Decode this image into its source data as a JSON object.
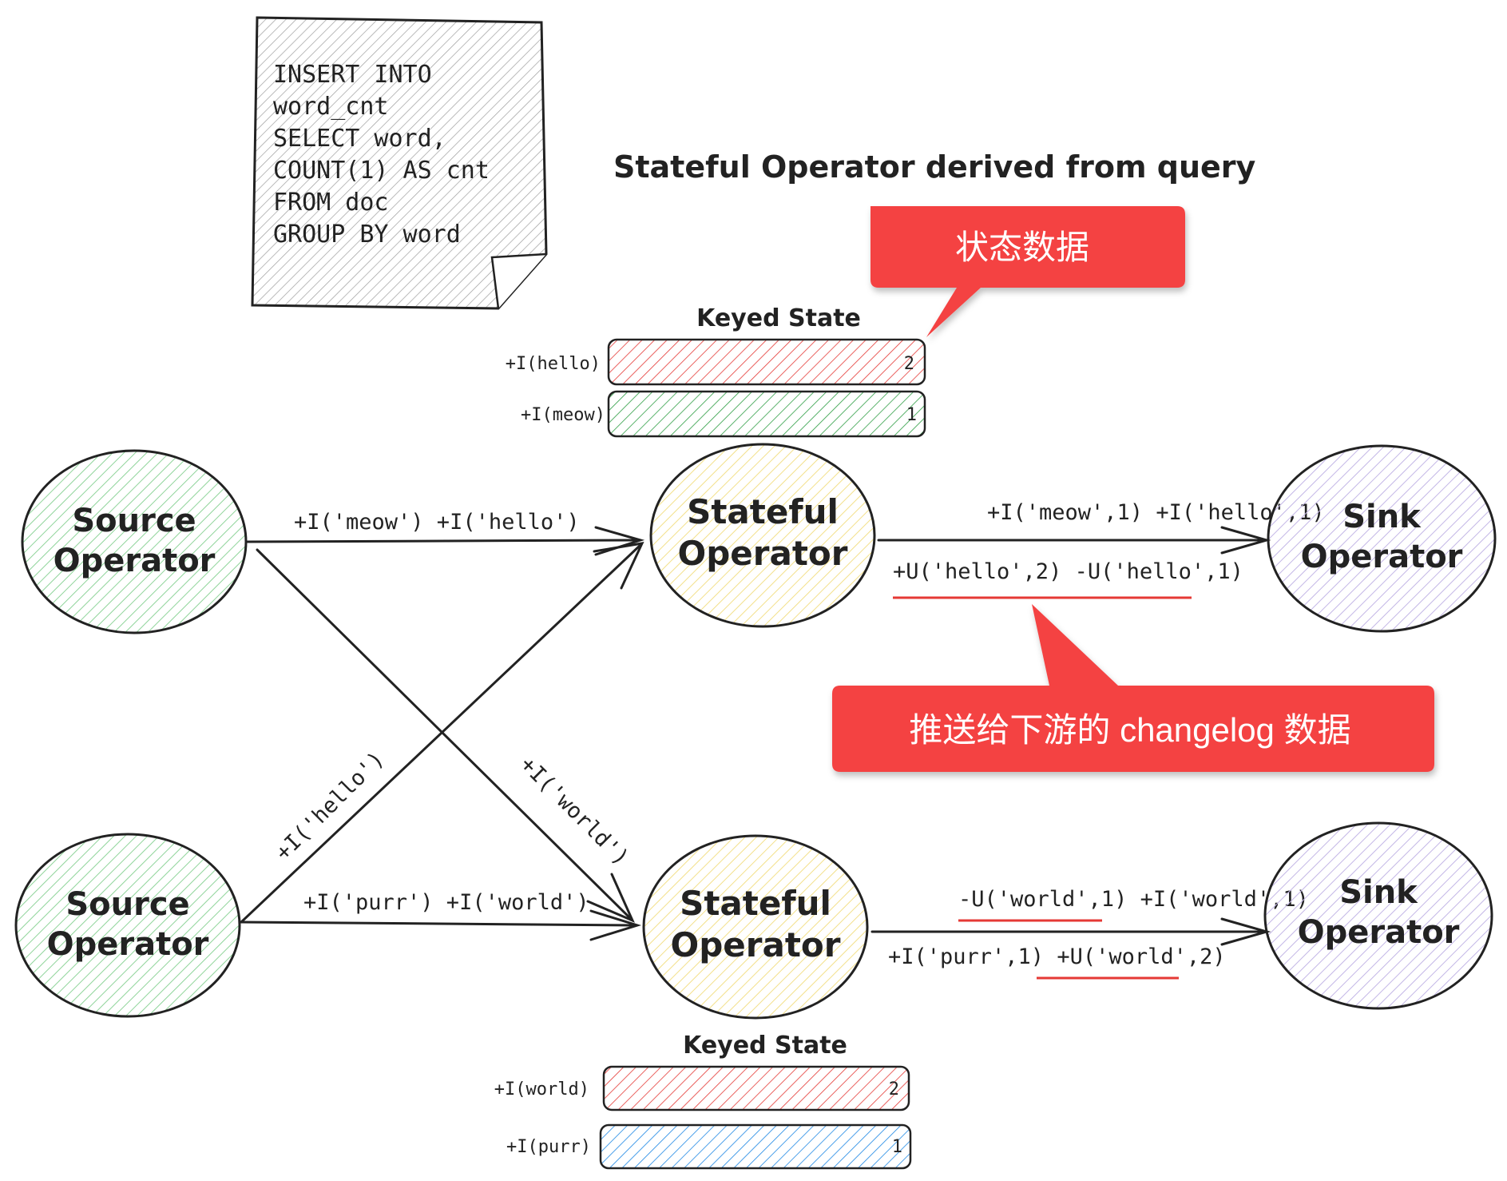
{
  "title": "Stateful Operator derived from query",
  "sql_note": {
    "lines": [
      "INSERT INTO",
      "word_cnt",
      "SELECT word,",
      "COUNT(1) AS cnt",
      "FROM doc",
      "GROUP BY word"
    ]
  },
  "callouts": {
    "state_data": "状态数据",
    "changelog": "推送给下游的 changelog 数据"
  },
  "nodes": {
    "source_top": {
      "line1": "Source",
      "line2": "Operator",
      "color": "#4caf50"
    },
    "source_bottom": {
      "line1": "Source",
      "line2": "Operator",
      "color": "#4caf50"
    },
    "stateful_top": {
      "line1": "Stateful",
      "line2": "Operator",
      "color": "#f0d000"
    },
    "stateful_bottom": {
      "line1": "Stateful",
      "line2": "Operator",
      "color": "#f0d000"
    },
    "sink_top": {
      "line1": "Sink",
      "line2": "Operator",
      "color": "#7e57c2"
    },
    "sink_bottom": {
      "line1": "Sink",
      "line2": "Operator",
      "color": "#7e57c2"
    }
  },
  "keyed_state_top": {
    "title": "Keyed State",
    "rows": [
      {
        "key": "+I(hello)",
        "value": "2",
        "color": "#e53935"
      },
      {
        "key": "+I(meow)",
        "value": "1",
        "color": "#2e9e44"
      }
    ]
  },
  "keyed_state_bottom": {
    "title": "Keyed State",
    "rows": [
      {
        "key": "+I(world)",
        "value": "2",
        "color": "#e53935"
      },
      {
        "key": "+I(purr)",
        "value": "1",
        "color": "#1e88e5"
      }
    ]
  },
  "edge_labels": {
    "src_top_to_stateful_top": "+I('meow')   +I('hello')",
    "src_bottom_to_stateful_bottom": "+I('purr')   +I('world')",
    "cross_up": "+I('hello')",
    "cross_down": "+I('world')",
    "stateful_top_out_1": "+I('meow',1)  +I('hello',1)",
    "stateful_top_out_2": "+U('hello',2)  -U('hello',1)",
    "stateful_bottom_out_1": "-U('world',1) +I('world',1)",
    "stateful_bottom_out_2": "+I('purr',1) +U('world',2)"
  },
  "colors": {
    "callout": "#f44242",
    "underline": "#e53935",
    "ink": "#222222"
  }
}
